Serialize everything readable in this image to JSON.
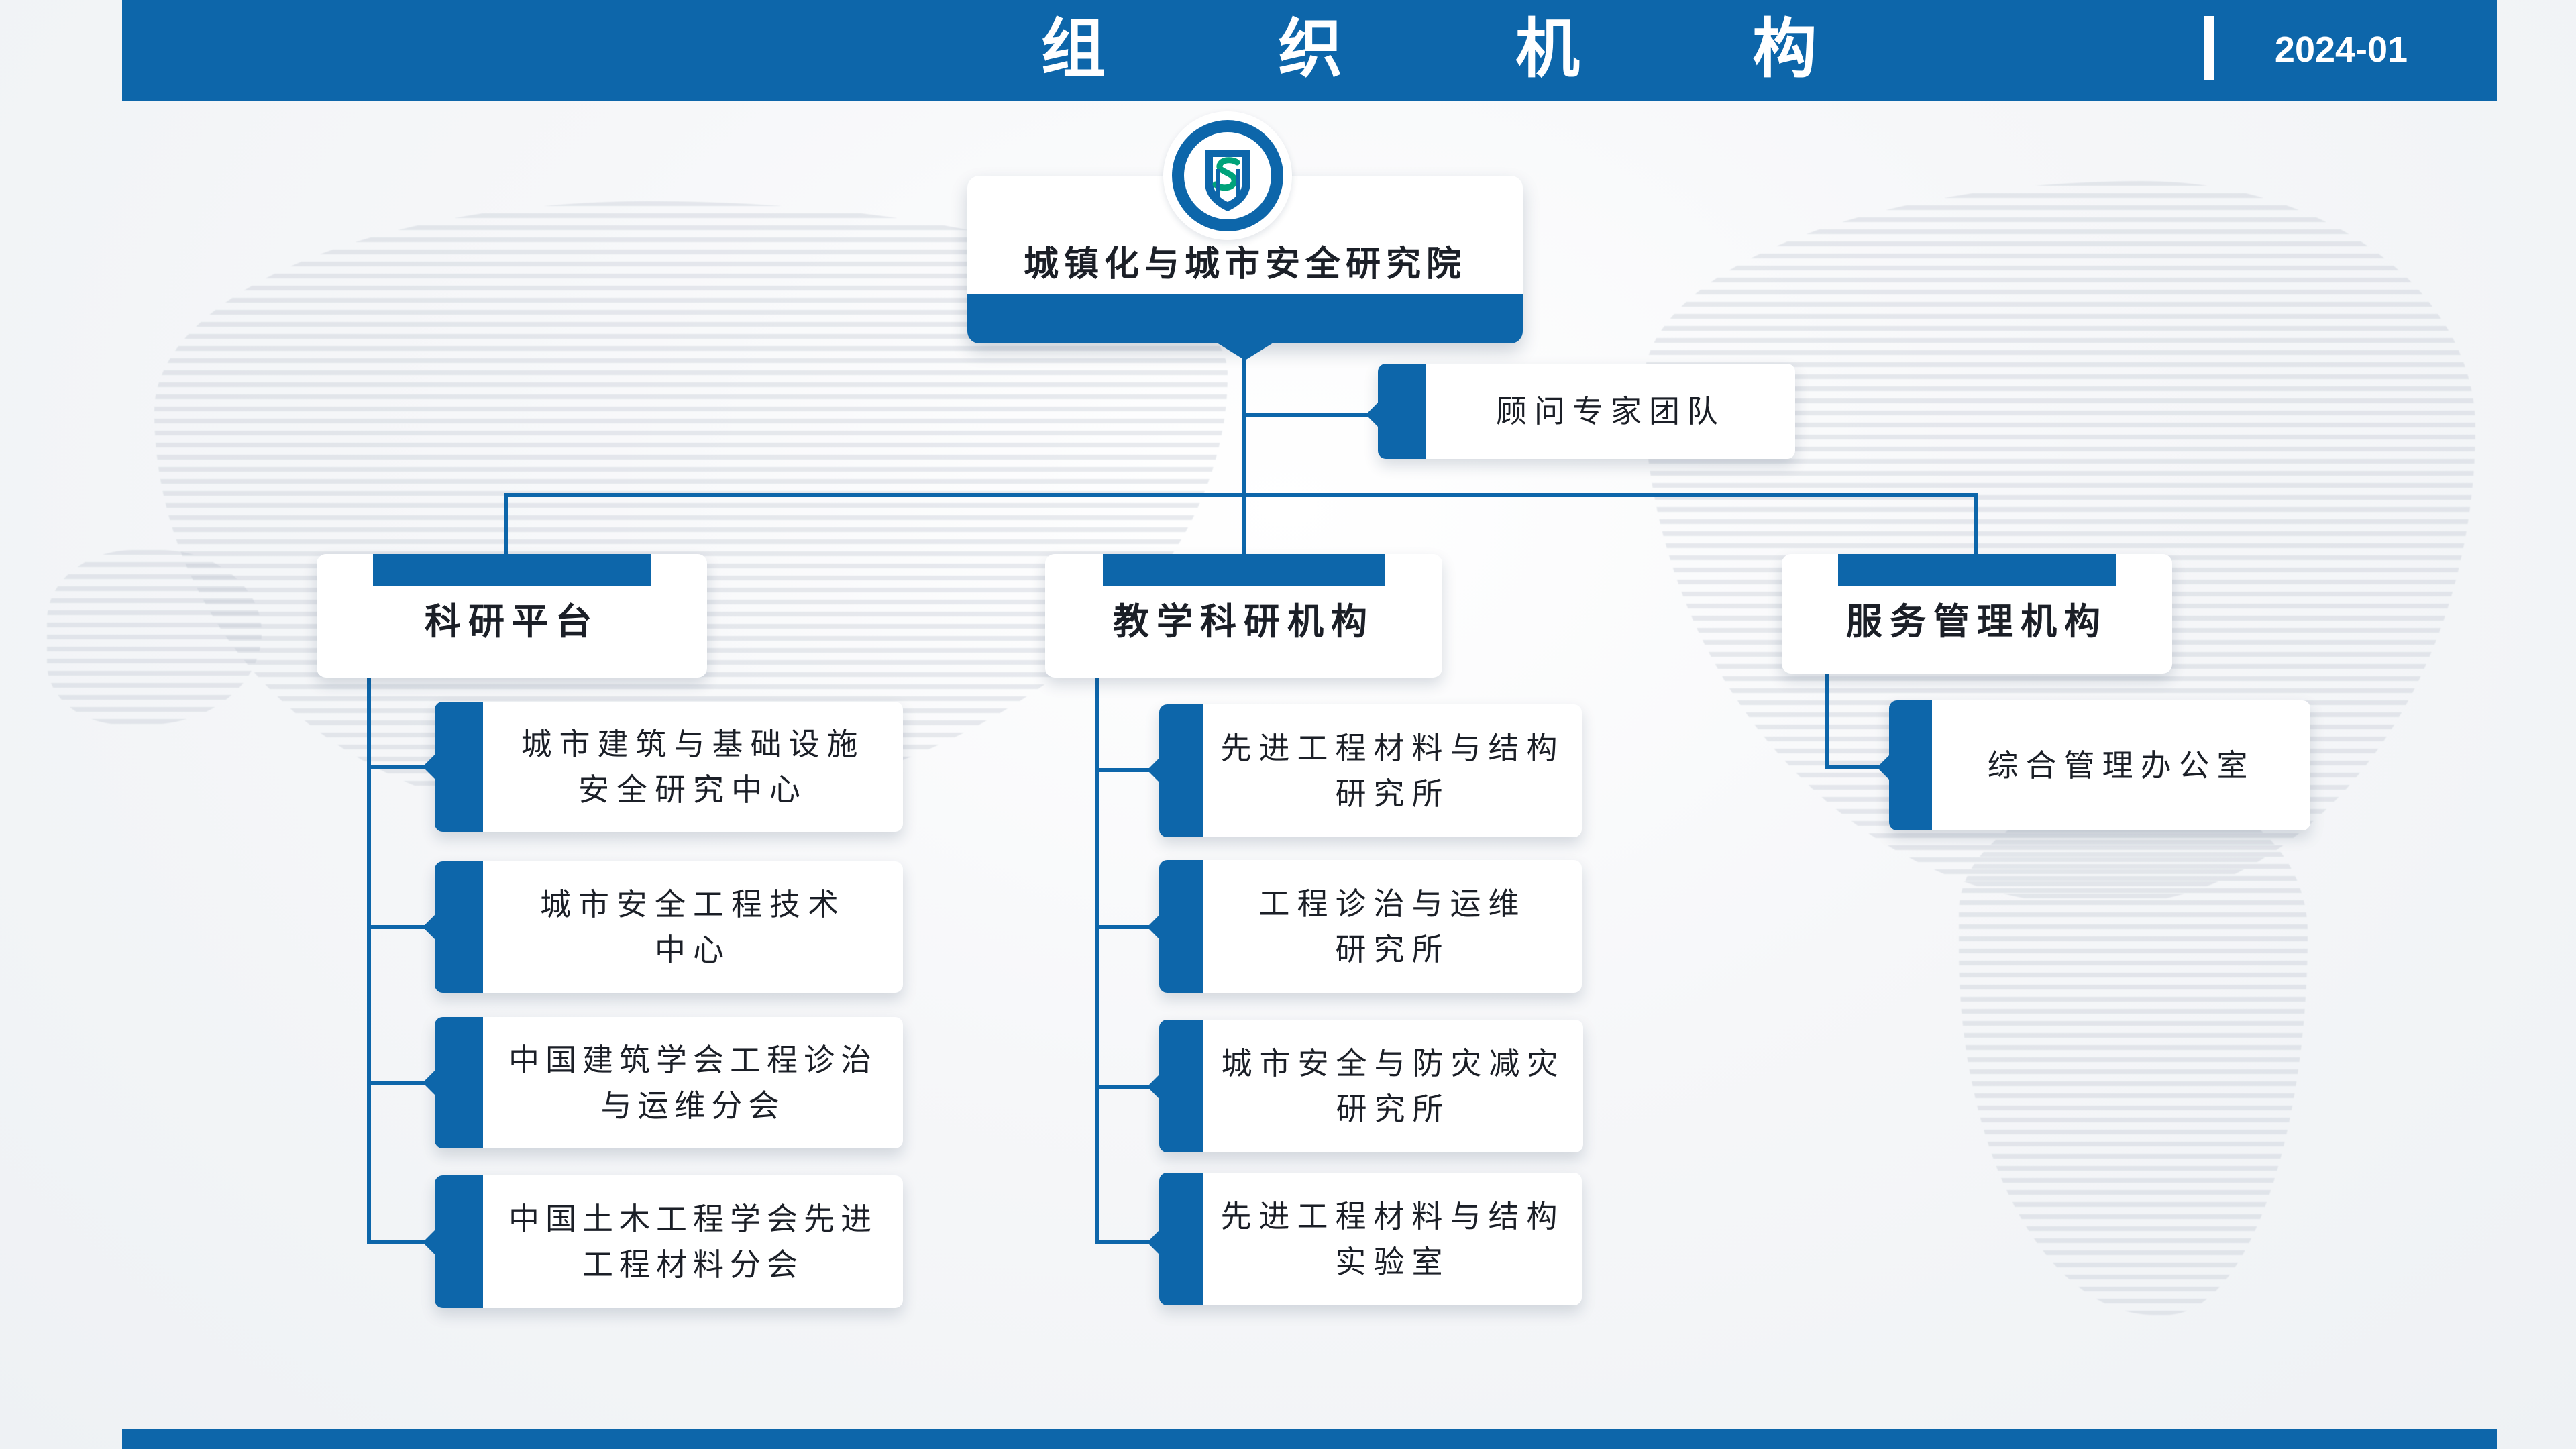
{
  "header": {
    "title": "组 织 机 构",
    "date": "2024-01"
  },
  "colors": {
    "primary_blue": "#0d66aa",
    "card_background": "#ffffff",
    "text_dark": "#1b1f27",
    "page_background": "#f3f5f8"
  },
  "root": {
    "name": "城镇化与城市安全研究院",
    "logo_icon": "shield-s-logo-icon"
  },
  "advisory": {
    "name": "顾问专家团队"
  },
  "categories": [
    {
      "name": "科研平台",
      "items": [
        "城市建筑与基础设施\n安全研究中心",
        "城市安全工程技术\n中心",
        "中国建筑学会工程诊治\n与运维分会",
        "中国土木工程学会先进\n工程材料分会"
      ]
    },
    {
      "name": "教学科研机构",
      "items": [
        "先进工程材料与结构\n研究所",
        "工程诊治与运维\n研究所",
        "城市安全与防灾减灾\n研究所",
        "先进工程材料与结构\n实验室"
      ]
    },
    {
      "name": "服务管理机构",
      "items": [
        "综合管理办公室"
      ]
    }
  ]
}
